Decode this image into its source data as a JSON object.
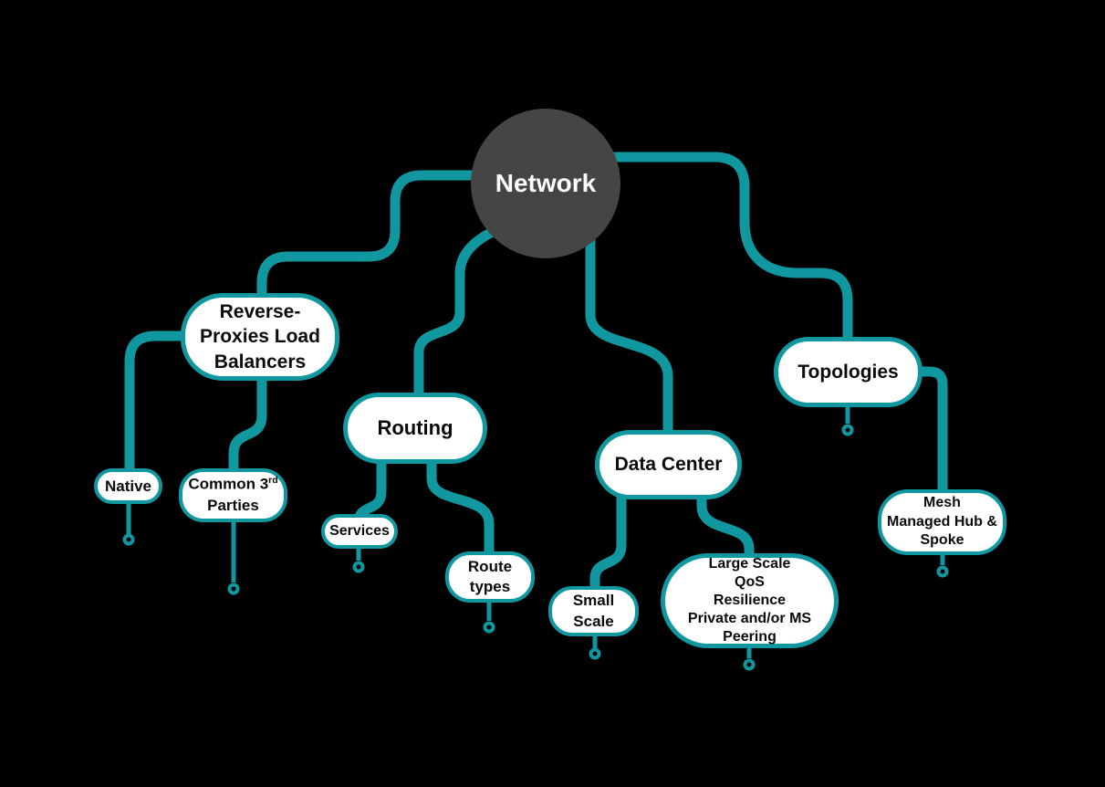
{
  "diagram": {
    "type": "mindmap",
    "colors": {
      "background": "#000000",
      "accent_teal": "#11979f",
      "center_fill": "#454545",
      "center_text": "#ffffff",
      "node_fill": "#ffffff",
      "node_text": "#0a0a0a"
    },
    "center_node": {
      "label": "Network"
    },
    "branches": {
      "reverse_proxies": {
        "lines": [
          "Reverse-",
          "Proxies Load",
          "Balancers"
        ]
      },
      "routing": {
        "label": "Routing"
      },
      "data_center": {
        "label": "Data Center"
      },
      "topologies": {
        "label": "Topologies"
      },
      "native": {
        "label": "Native"
      },
      "common_third_parties": {
        "line1_prefix": "Common 3",
        "line1_sup": "rd",
        "line2": "Parties"
      },
      "services": {
        "label": "Services"
      },
      "route_types": {
        "lines": [
          "Route",
          "types"
        ]
      },
      "small_scale": {
        "lines": [
          "Small",
          "Scale"
        ]
      },
      "large_scale": {
        "lines": [
          "Large Scale",
          "QoS",
          "Resilience",
          "Private and/or MS",
          "Peering"
        ]
      },
      "mesh": {
        "lines": [
          "Mesh",
          "Managed Hub &",
          "Spoke"
        ]
      }
    }
  }
}
